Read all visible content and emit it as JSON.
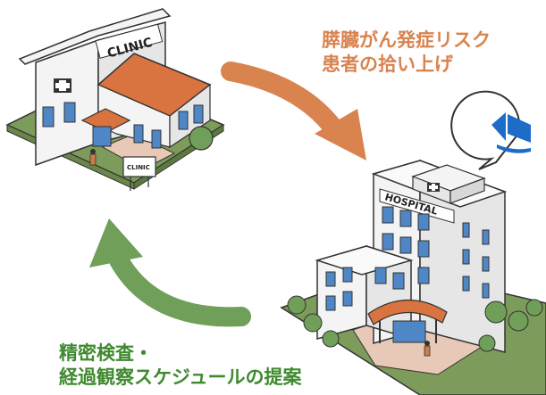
{
  "clinic": {
    "sign": "CLINIC",
    "small_sign": "CLINIC"
  },
  "hospital": {
    "sign": "HOSPITAL"
  },
  "flows": {
    "referral": {
      "lines": [
        "膵臓がん発症リスク",
        "患者の拾い上げ"
      ],
      "color": "#d9834f"
    },
    "return": {
      "lines": [
        "精密検査・",
        "経過観察スケジュールの提案"
      ],
      "color": "#6f9f58"
    }
  },
  "colors": {
    "roof": "#d9733f",
    "wall": "#f4f4f4",
    "window": "#4f86c6",
    "ground": "#7d9b5a",
    "plaza": "#e8c9b8",
    "logo": "#1e6cc9"
  }
}
